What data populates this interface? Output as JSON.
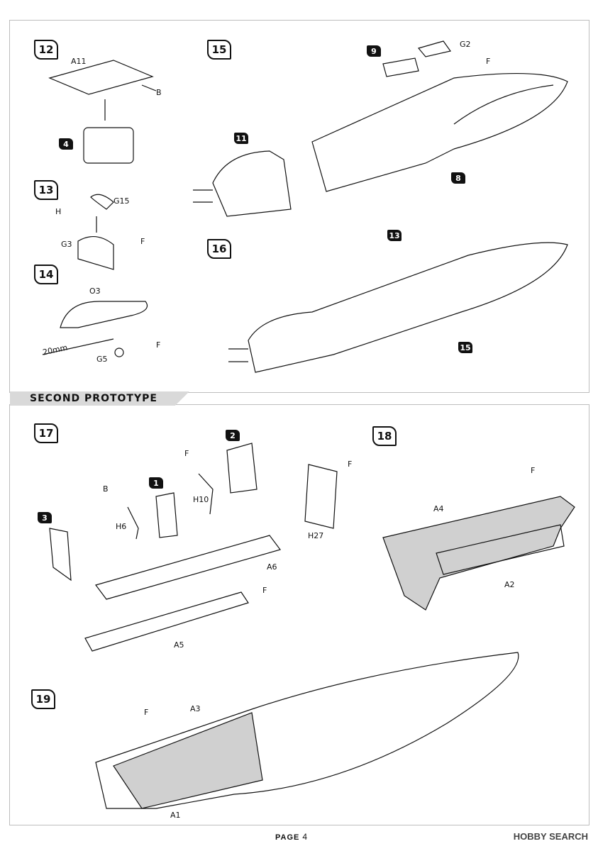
{
  "page": {
    "footer_label": "PAGE",
    "footer_number": "4",
    "watermark": "HOBBY SEARCH"
  },
  "section": {
    "title": "SECOND PROTOTYPE"
  },
  "steps": {
    "s12": "12",
    "s13": "13",
    "s14": "14",
    "s15": "15",
    "s16": "16",
    "s17": "17",
    "s18": "18",
    "s19": "19"
  },
  "subs": {
    "b4": "4",
    "b9": "9",
    "b11": "11",
    "b8": "8",
    "b13": "13",
    "b15": "15",
    "b2": "2",
    "b1": "1",
    "b3": "3"
  },
  "parts": {
    "A11": "A11",
    "G15": "G15",
    "G3": "G3",
    "O3": "O3",
    "G5": "G5",
    "G2": "G2",
    "H10": "H10",
    "H6": "H6",
    "H27": "H27",
    "A6": "A6",
    "A5": "A5",
    "A4": "A4",
    "A2": "A2",
    "A3": "A3",
    "A1": "A1"
  },
  "paints": {
    "B": "B",
    "H": "H",
    "F": "F"
  },
  "dims": {
    "twenty": "20mm"
  }
}
